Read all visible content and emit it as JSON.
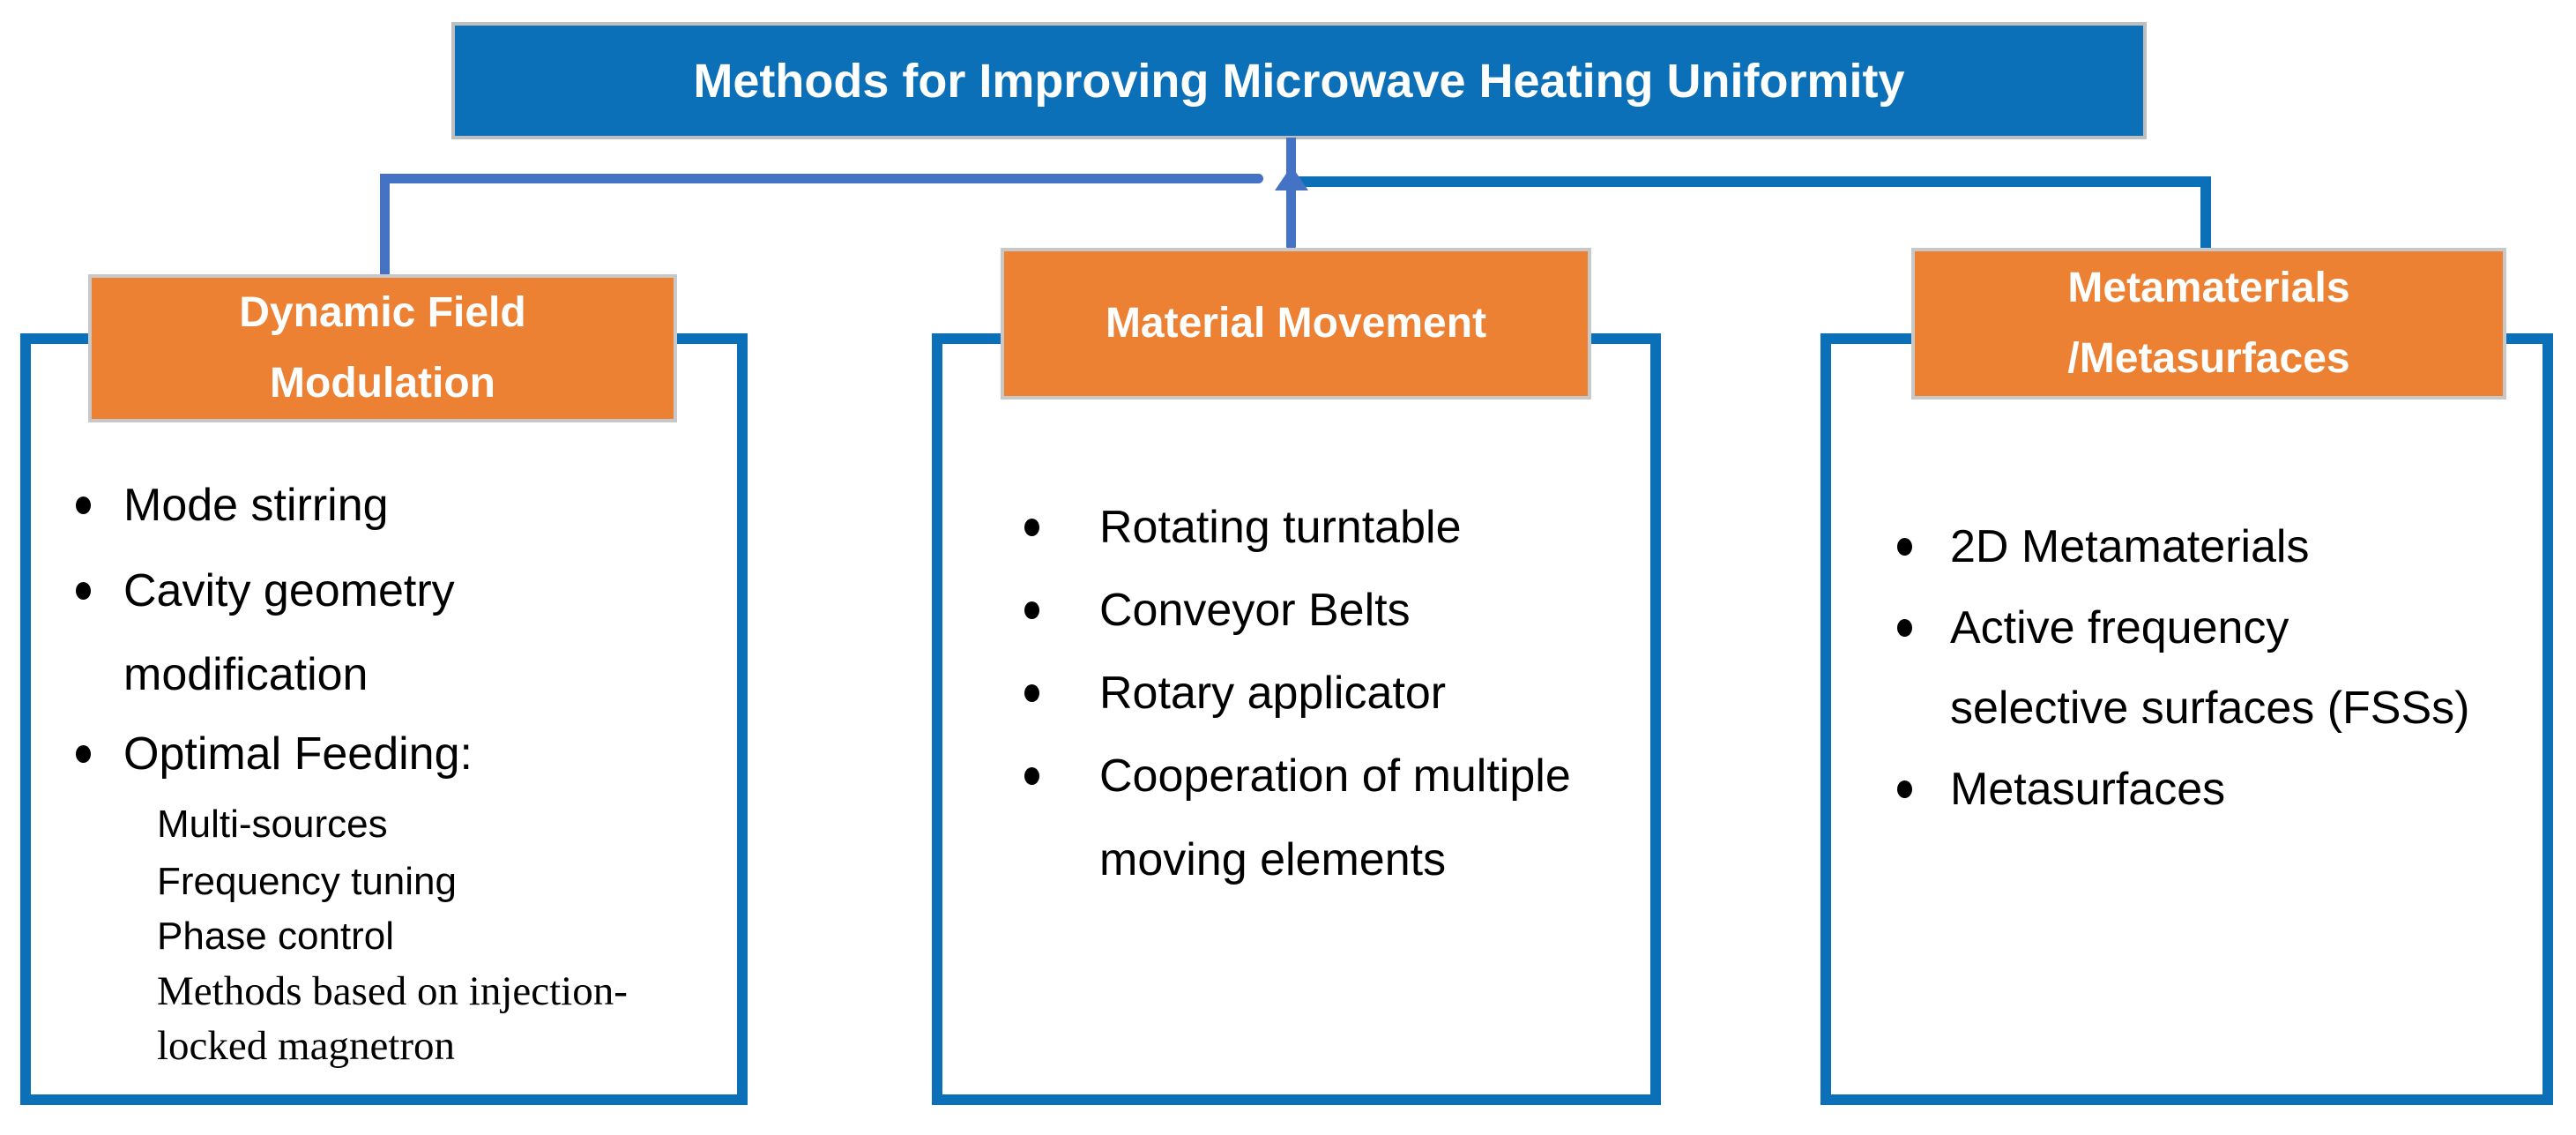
{
  "title": "Methods for Improving Microwave Heating Uniformity",
  "colors": {
    "primary_blue": "#0C70B8",
    "connector_slate_blue": "#4472C4",
    "branch_orange": "#EC8033",
    "box_border_gray": "#C8C8C8",
    "text_black": "#000000",
    "header_text_white": "#FFFFFF"
  },
  "branches": [
    {
      "header_lines": [
        "Dynamic Field",
        "Modulation"
      ],
      "lines": [
        "Mode stirring",
        "Cavity geometry",
        "modification",
        "Optimal Feeding:",
        "Multi-sources",
        "Frequency tuning",
        "Phase control",
        "Methods based on injection-",
        "locked magnetron"
      ]
    },
    {
      "header_lines": [
        "Material Movement"
      ],
      "lines": [
        "Rotating turntable",
        "Conveyor Belts",
        "Rotary applicator",
        "Cooperation of multiple",
        "moving elements"
      ]
    },
    {
      "header_lines": [
        "Metamaterials",
        "/Metasurfaces"
      ],
      "lines": [
        "2D Metamaterials",
        "Active frequency",
        "selective surfaces (FSSs)",
        "Metasurfaces"
      ]
    }
  ]
}
